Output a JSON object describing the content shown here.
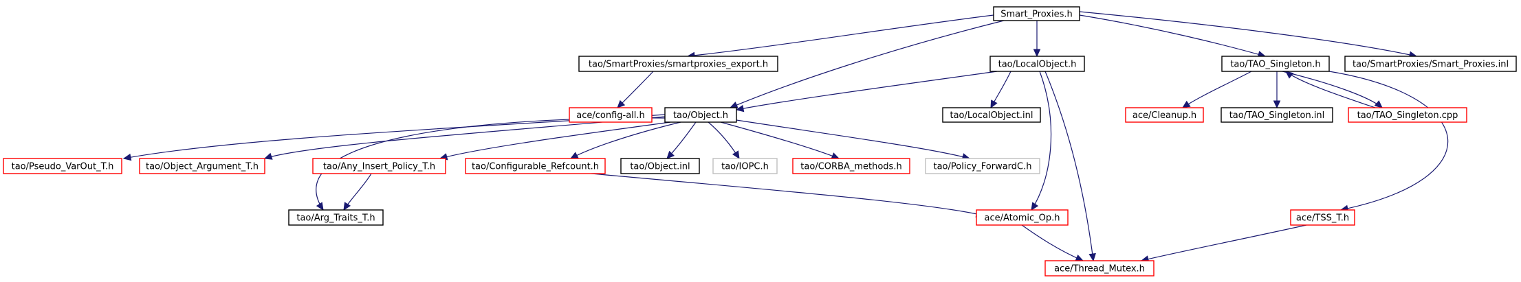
{
  "graph": {
    "nodes": [
      {
        "id": "root",
        "label": "Smart_Proxies.h",
        "style": "root"
      },
      {
        "id": "export",
        "label": "tao/SmartProxies/smartproxies_export.h",
        "style": "normal"
      },
      {
        "id": "localobj",
        "label": "tao/LocalObject.h",
        "style": "normal"
      },
      {
        "id": "singleton",
        "label": "tao/TAO_Singleton.h",
        "style": "normal"
      },
      {
        "id": "spinl",
        "label": "tao/SmartProxies/Smart_Proxies.inl",
        "style": "normal"
      },
      {
        "id": "configall",
        "label": "ace/config-all.h",
        "style": "truncated"
      },
      {
        "id": "object",
        "label": "tao/Object.h",
        "style": "normal"
      },
      {
        "id": "localobjinl",
        "label": "tao/LocalObject.inl",
        "style": "normal"
      },
      {
        "id": "cleanup",
        "label": "ace/Cleanup.h",
        "style": "truncated"
      },
      {
        "id": "singletoninl",
        "label": "tao/TAO_Singleton.inl",
        "style": "normal"
      },
      {
        "id": "singletoncpp",
        "label": "tao/TAO_Singleton.cpp",
        "style": "truncated"
      },
      {
        "id": "pseudo",
        "label": "tao/Pseudo_VarOut_T.h",
        "style": "truncated"
      },
      {
        "id": "objarg",
        "label": "tao/Object_Argument_T.h",
        "style": "truncated"
      },
      {
        "id": "anyins",
        "label": "tao/Any_Insert_Policy_T.h",
        "style": "truncated"
      },
      {
        "id": "confref",
        "label": "tao/Configurable_Refcount.h",
        "style": "truncated"
      },
      {
        "id": "objinl",
        "label": "tao/Object.inl",
        "style": "normal"
      },
      {
        "id": "iopc",
        "label": "tao/IOPC.h",
        "style": "external"
      },
      {
        "id": "corba",
        "label": "tao/CORBA_methods.h",
        "style": "truncated"
      },
      {
        "id": "policyfwd",
        "label": "tao/Policy_ForwardC.h",
        "style": "external"
      },
      {
        "id": "argtraits",
        "label": "tao/Arg_Traits_T.h",
        "style": "normal"
      },
      {
        "id": "atomic",
        "label": "ace/Atomic_Op.h",
        "style": "truncated"
      },
      {
        "id": "tss",
        "label": "ace/TSS_T.h",
        "style": "truncated"
      },
      {
        "id": "mutex",
        "label": "ace/Thread_Mutex.h",
        "style": "truncated"
      }
    ],
    "edges": [
      [
        "root",
        "export"
      ],
      [
        "root",
        "localobj"
      ],
      [
        "root",
        "singleton"
      ],
      [
        "root",
        "spinl"
      ],
      [
        "root",
        "object"
      ],
      [
        "export",
        "configall"
      ],
      [
        "localobj",
        "object"
      ],
      [
        "localobj",
        "localobjinl"
      ],
      [
        "localobj",
        "atomic"
      ],
      [
        "localobj",
        "mutex"
      ],
      [
        "singleton",
        "cleanup"
      ],
      [
        "singleton",
        "singletoninl"
      ],
      [
        "singleton",
        "singletoncpp"
      ],
      [
        "singletoncpp",
        "singleton"
      ],
      [
        "singleton",
        "tss"
      ],
      [
        "object",
        "pseudo"
      ],
      [
        "object",
        "objarg"
      ],
      [
        "object",
        "anyins"
      ],
      [
        "object",
        "confref"
      ],
      [
        "object",
        "objinl"
      ],
      [
        "object",
        "iopc"
      ],
      [
        "object",
        "corba"
      ],
      [
        "object",
        "policyfwd"
      ],
      [
        "object",
        "argtraits"
      ],
      [
        "anyins",
        "argtraits"
      ],
      [
        "confref",
        "atomic"
      ],
      [
        "atomic",
        "mutex"
      ],
      [
        "tss",
        "mutex"
      ]
    ]
  },
  "colors": {
    "edge": "#191970",
    "normal_border": "#000000",
    "truncated_border": "#ff0000",
    "external_border": "#bfbfbf",
    "root_fill": "#bfbfbf"
  }
}
